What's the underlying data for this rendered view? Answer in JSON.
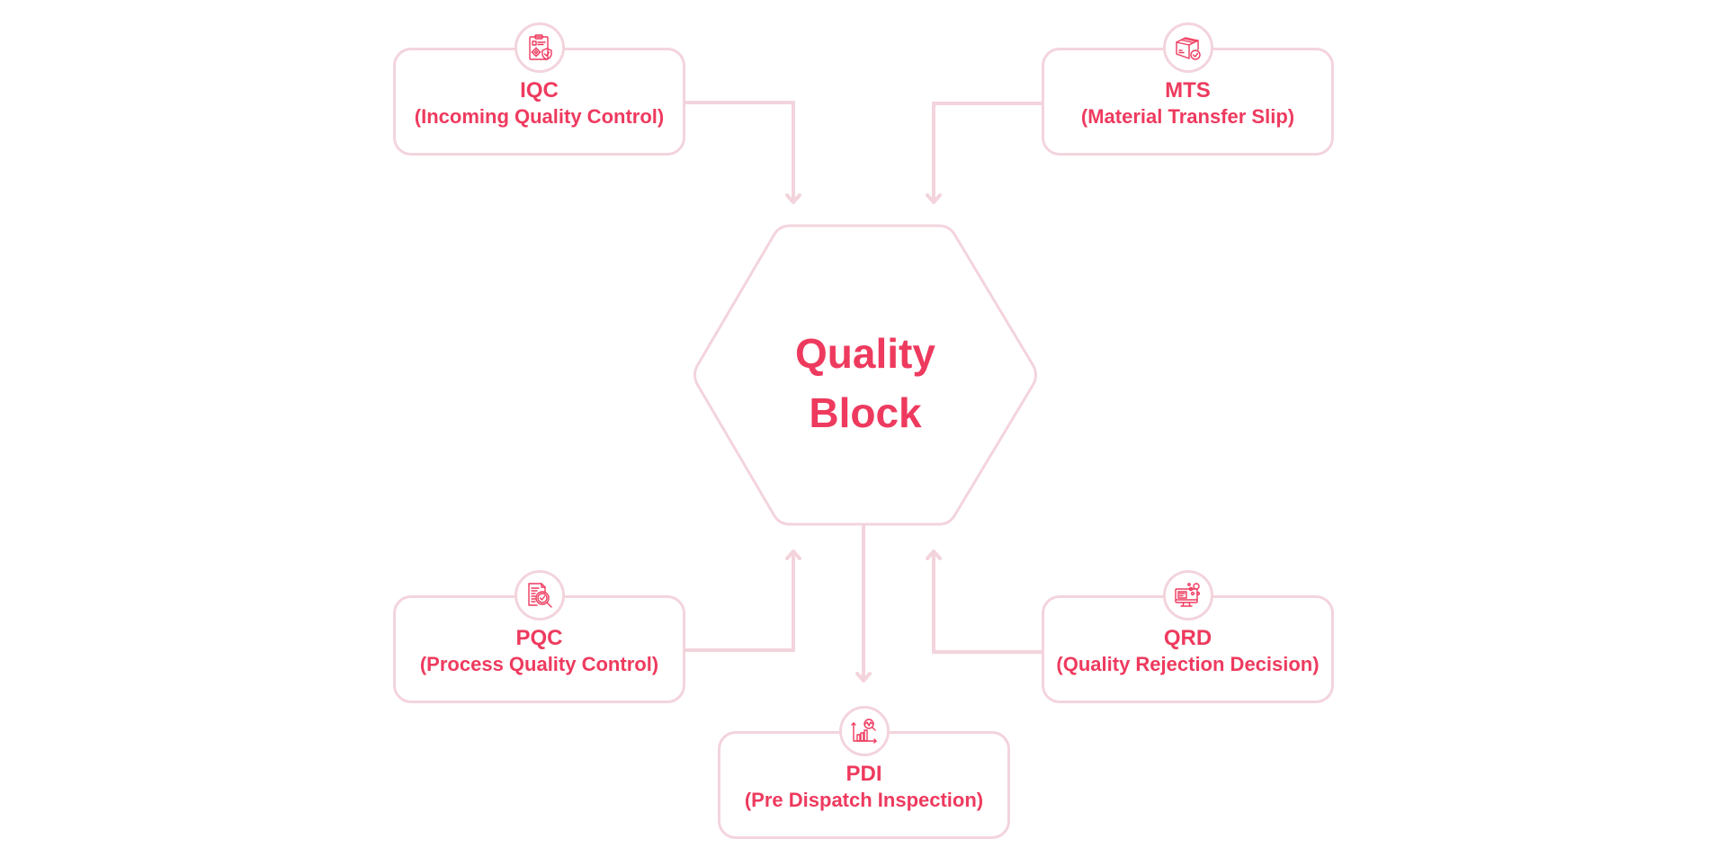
{
  "diagram": {
    "center": {
      "line1": "Quality",
      "line2": "Block"
    },
    "nodes": {
      "iqc": {
        "abbr": "IQC",
        "full": "(Incoming Quality Control)",
        "icon": "clipboard-gear-shield-icon",
        "flow": "into-center"
      },
      "mts": {
        "abbr": "MTS",
        "full": "(Material Transfer Slip)",
        "icon": "box-check-icon",
        "flow": "into-center"
      },
      "pqc": {
        "abbr": "PQC",
        "full": "(Process Quality Control)",
        "icon": "document-magnifier-check-icon",
        "flow": "into-center"
      },
      "qrd": {
        "abbr": "QRD",
        "full": "(Quality Rejection Decision)",
        "icon": "monitor-gears-icon",
        "flow": "into-center"
      },
      "pdi": {
        "abbr": "PDI",
        "full": "(Pre Dispatch Inspection)",
        "icon": "chart-magnifier-icon",
        "flow": "out-of-center"
      }
    },
    "colors": {
      "accent": "#ee3a5e",
      "outline": "#f3d4dc",
      "background": "#ffffff"
    }
  }
}
